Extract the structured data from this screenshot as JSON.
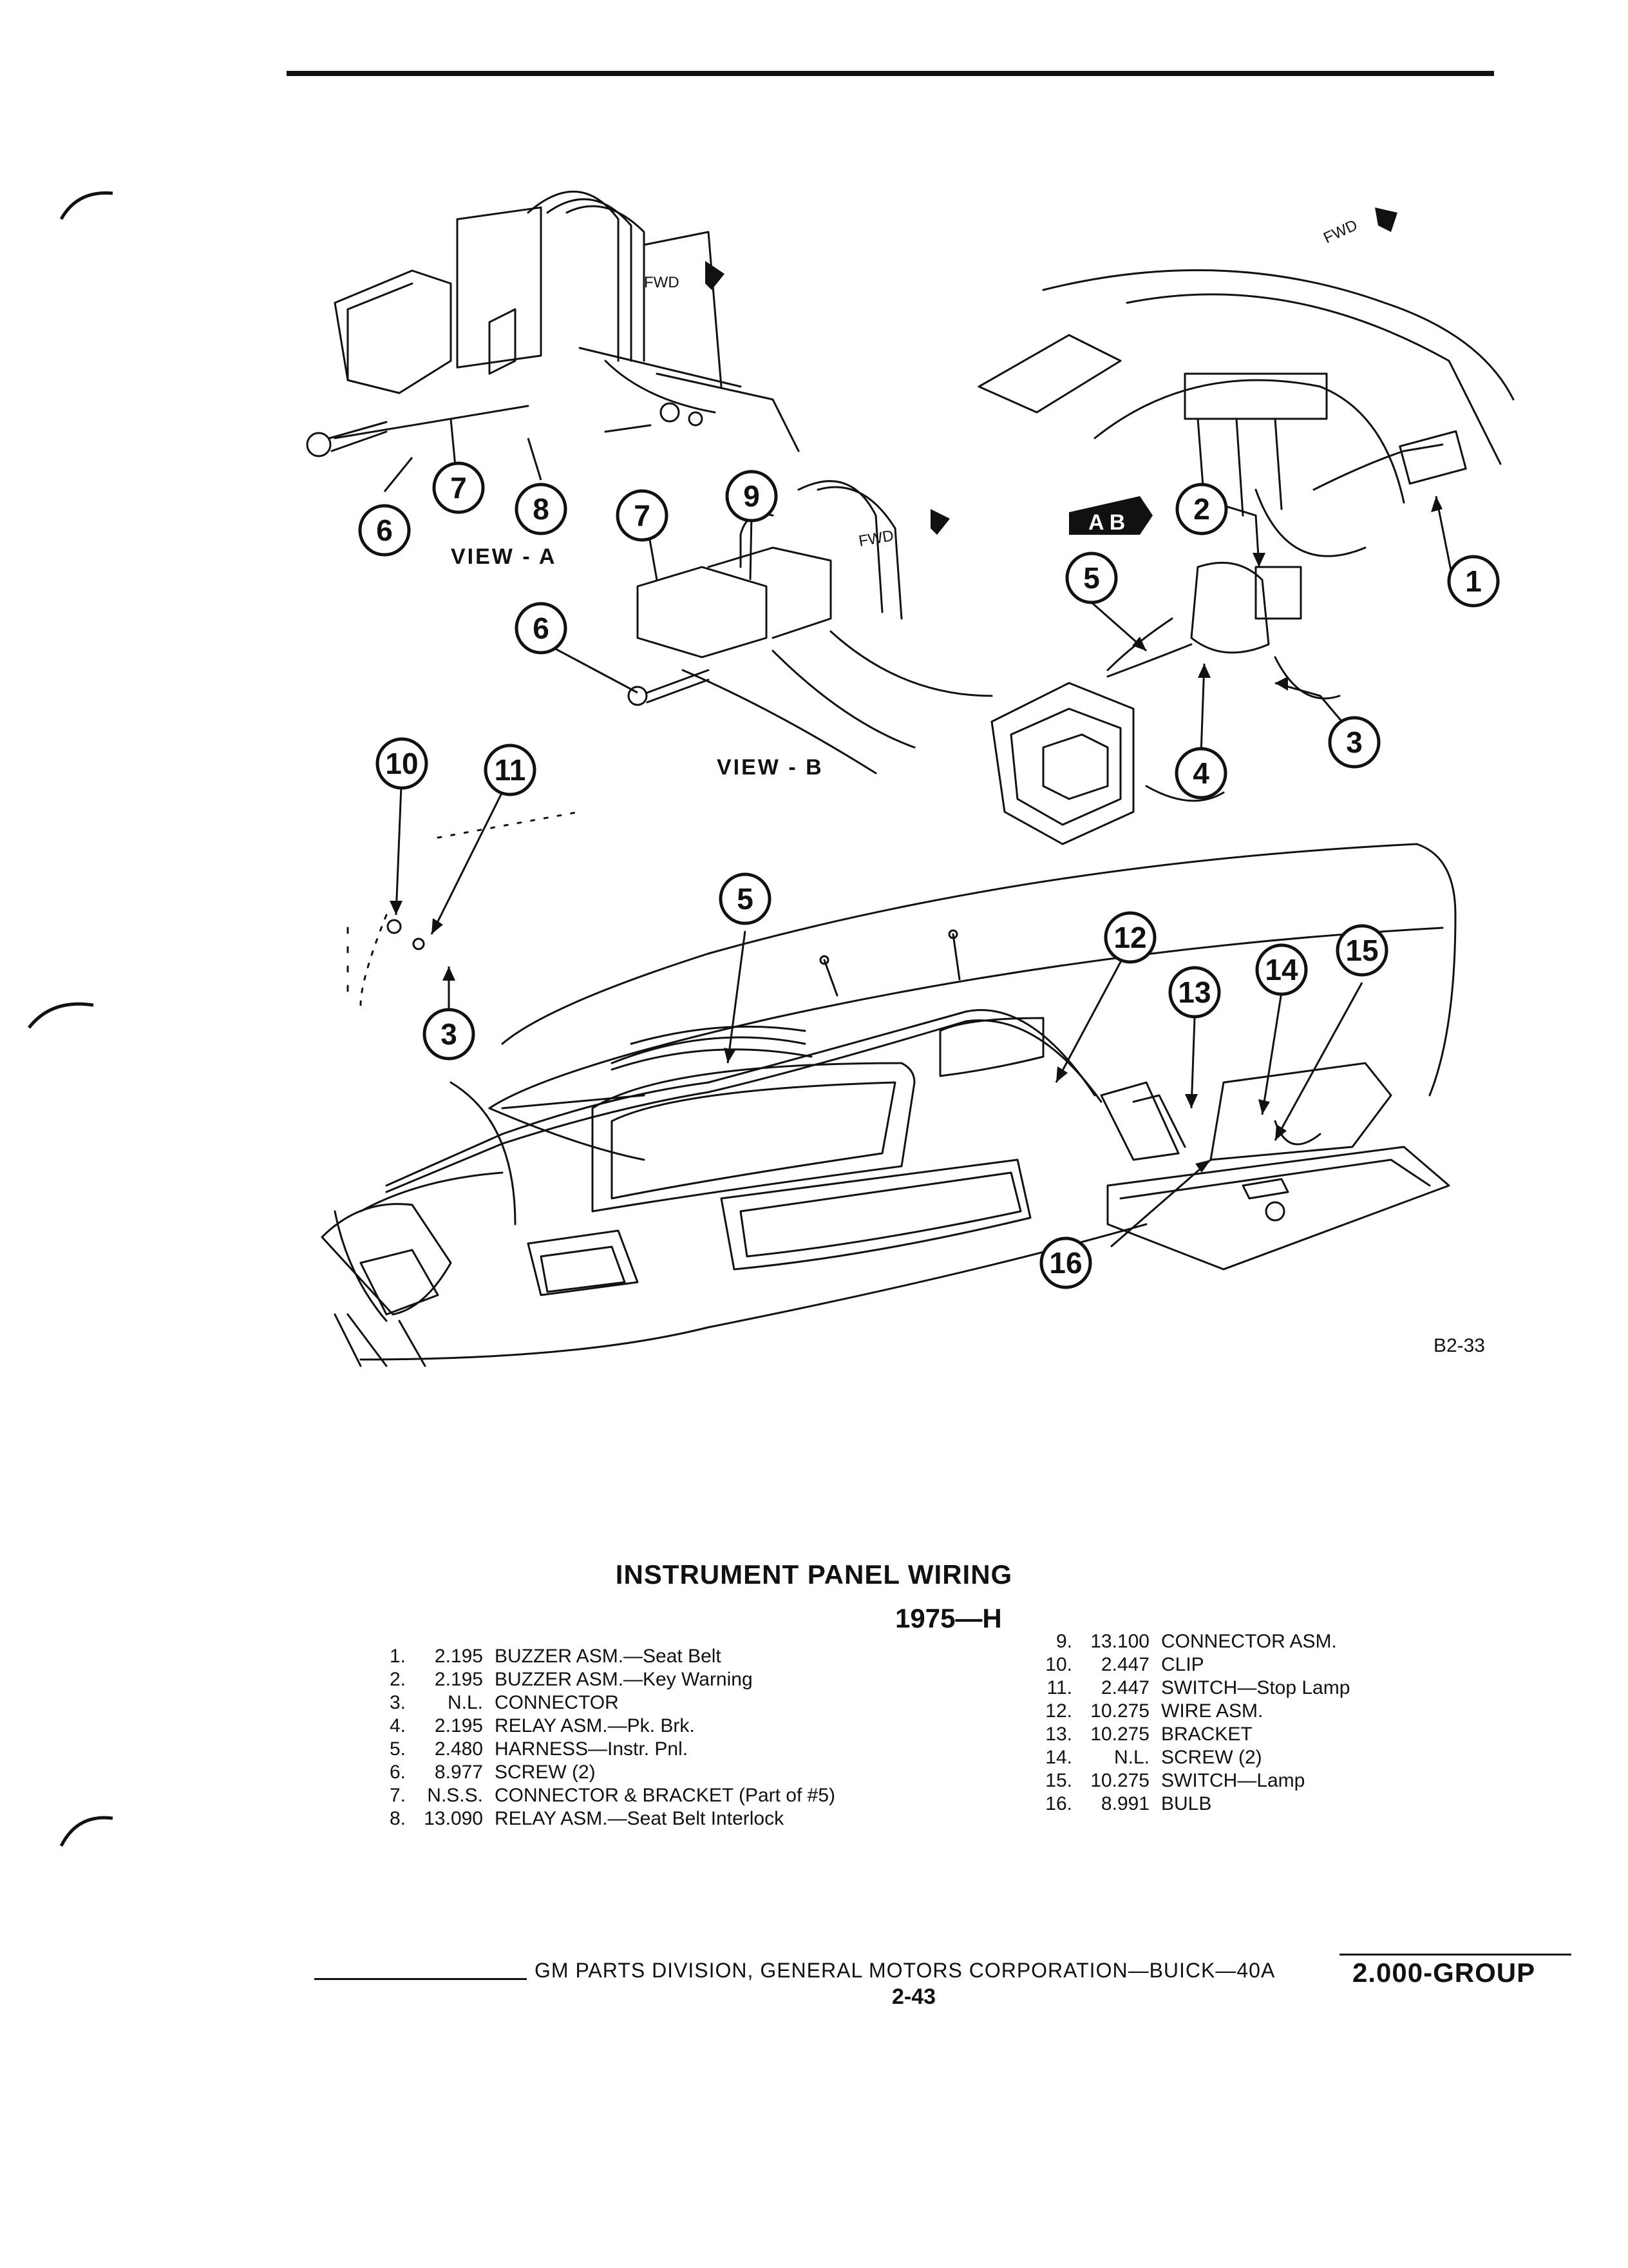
{
  "figure": {
    "code": "B2-33",
    "view_a_label": "VIEW - A",
    "view_b_label": "VIEW - B",
    "fwd_label": "FWD",
    "connector_tag": "A B",
    "callouts": [
      "1",
      "2",
      "3",
      "4",
      "5",
      "6",
      "7",
      "8",
      "9",
      "10",
      "11",
      "12",
      "13",
      "14",
      "15",
      "16"
    ]
  },
  "title": "INSTRUMENT PANEL WIRING",
  "subtitle": "1975—H",
  "parts_left": [
    {
      "num": "1.",
      "code": "2.195",
      "desc": "BUZZER ASM.—Seat Belt"
    },
    {
      "num": "2.",
      "code": "2.195",
      "desc": "BUZZER ASM.—Key Warning"
    },
    {
      "num": "3.",
      "code": "N.L.",
      "desc": "CONNECTOR"
    },
    {
      "num": "4.",
      "code": "2.195",
      "desc": "RELAY ASM.—Pk. Brk."
    },
    {
      "num": "5.",
      "code": "2.480",
      "desc": "HARNESS—Instr. Pnl."
    },
    {
      "num": "6.",
      "code": "8.977",
      "desc": "SCREW (2)"
    },
    {
      "num": "7.",
      "code": "N.S.S.",
      "desc": "CONNECTOR & BRACKET (Part of #5)"
    },
    {
      "num": "8.",
      "code": "13.090",
      "desc": "RELAY ASM.—Seat Belt Interlock"
    }
  ],
  "parts_right": [
    {
      "num": "9.",
      "code": "13.100",
      "desc": "CONNECTOR ASM."
    },
    {
      "num": "10.",
      "code": "2.447",
      "desc": "CLIP"
    },
    {
      "num": "11.",
      "code": "2.447",
      "desc": "SWITCH—Stop Lamp"
    },
    {
      "num": "12.",
      "code": "10.275",
      "desc": "WIRE ASM."
    },
    {
      "num": "13.",
      "code": "10.275",
      "desc": "BRACKET"
    },
    {
      "num": "14.",
      "code": "N.L.",
      "desc": "SCREW (2)"
    },
    {
      "num": "15.",
      "code": "10.275",
      "desc": "SWITCH—Lamp"
    },
    {
      "num": "16.",
      "code": "8.991",
      "desc": "BULB"
    }
  ],
  "footer": {
    "text": "GM PARTS DIVISION, GENERAL MOTORS CORPORATION—BUICK—40A",
    "page": "2-43",
    "group": "2.000-GROUP"
  }
}
